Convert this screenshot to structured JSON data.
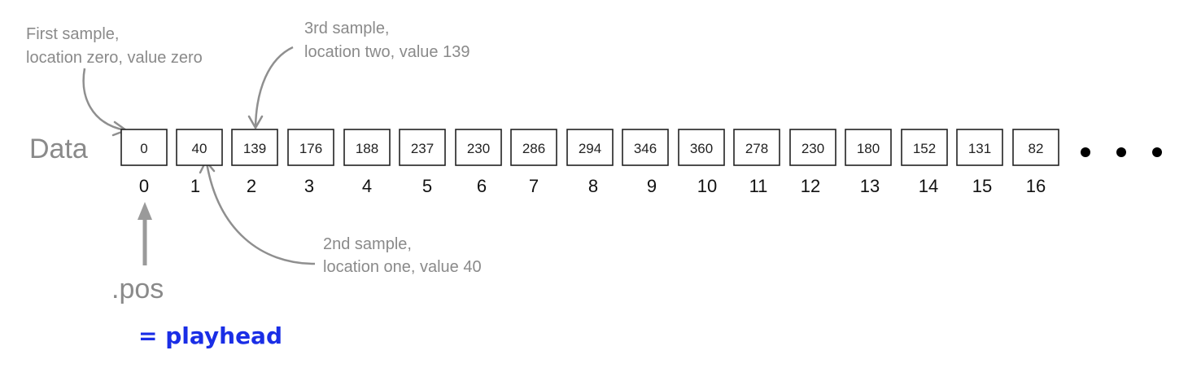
{
  "row_label": "Data",
  "values": [
    "0",
    "40",
    "139",
    "176",
    "188",
    "237",
    "230",
    "286",
    "294",
    "346",
    "360",
    "278",
    "230",
    "180",
    "152",
    "131",
    "82"
  ],
  "indices": [
    "0",
    "1",
    "2",
    "3",
    "4",
    "5",
    "6",
    "7",
    "8",
    "9",
    "10",
    "11",
    "12",
    "13",
    "14",
    "15",
    "16"
  ],
  "annotations": {
    "first": {
      "line1": "First sample,",
      "line2": "location zero, value zero"
    },
    "third": {
      "line1": "3rd sample,",
      "line2": "location two, value 139"
    },
    "second": {
      "line1": "2nd sample,",
      "line2": "location one, value 40"
    }
  },
  "pointer_label": ".pos",
  "playhead_label": "= playhead",
  "colors": {
    "annotation_gray": "#8a8a8a",
    "playhead_blue": "#1a2ee6"
  }
}
